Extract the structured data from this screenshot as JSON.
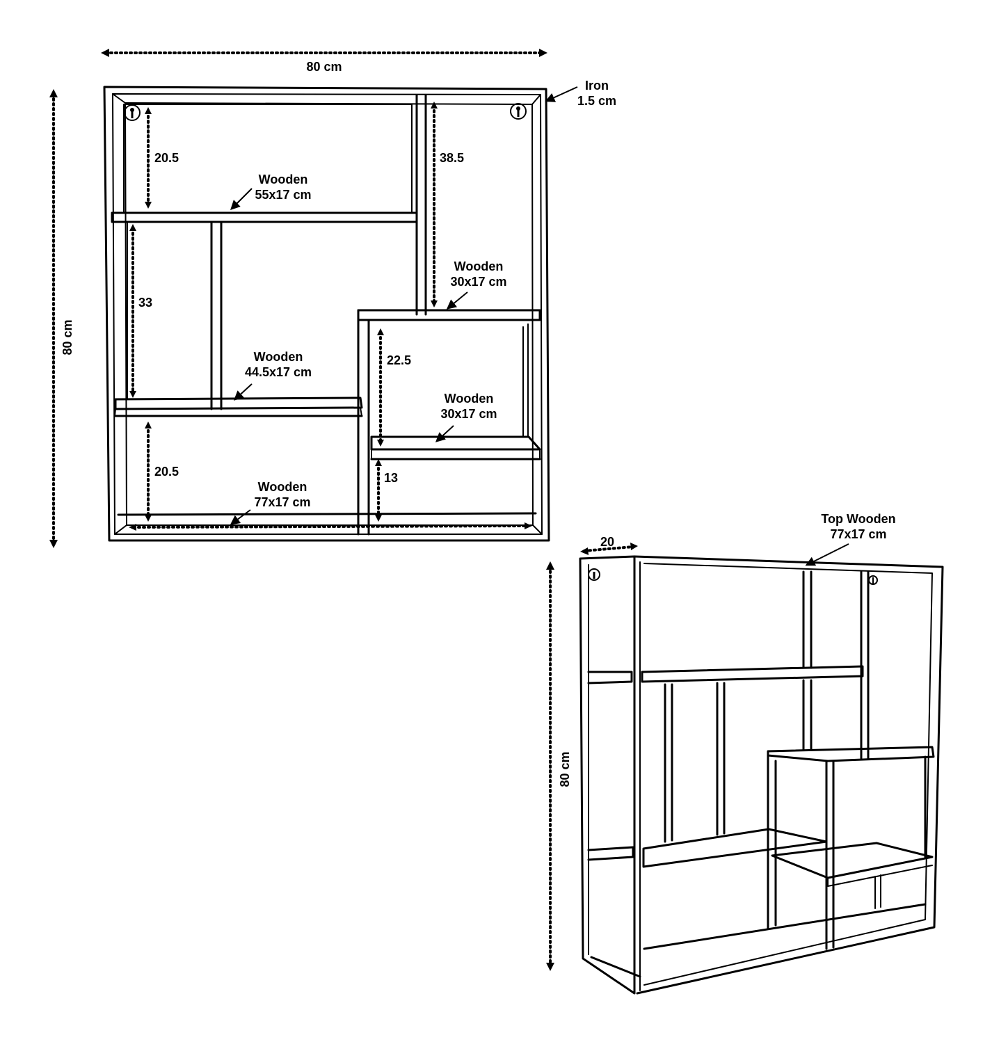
{
  "front_view": {
    "width_label": "80 cm",
    "height_label": "80 cm",
    "iron_label": [
      "Iron",
      "1.5 cm"
    ],
    "dims": {
      "top_left": "20.5",
      "top_right": "38.5",
      "middle_left": "33",
      "middle_right": "22.5",
      "bottom_left": "20.5",
      "bottom_right": "13"
    },
    "shelves": [
      {
        "material": "Wooden",
        "size": "55x17 cm"
      },
      {
        "material": "Wooden",
        "size": "30x17 cm"
      },
      {
        "material": "Wooden",
        "size": "44.5x17 cm"
      },
      {
        "material": "Wooden",
        "size": "30x17 cm"
      },
      {
        "material": "Wooden",
        "size": "77x17 cm"
      }
    ]
  },
  "perspective_view": {
    "depth_label": "20",
    "height_label": "80 cm",
    "top_label": [
      "Top Wooden",
      "77x17 cm"
    ]
  },
  "colors": {
    "line": "#000000",
    "background": "#ffffff"
  }
}
